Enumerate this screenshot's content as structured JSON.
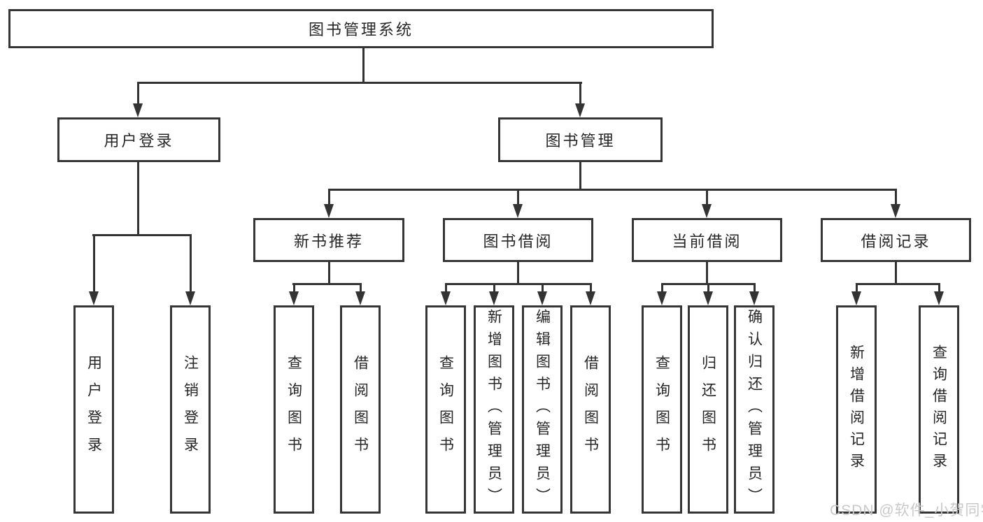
{
  "diagram": {
    "root": "图书管理系统",
    "level2": [
      "用户登录",
      "图书管理"
    ],
    "level3": [
      "新书推荐",
      "图书借阅",
      "当前借阅",
      "借阅记录"
    ],
    "leaves": {
      "user_login": [
        "用户登录",
        "注销登录"
      ],
      "new_book_rec": [
        "查询图书",
        "借阅图书"
      ],
      "book_borrow": [
        "查询图书",
        "新增图书（管理员）",
        "编辑图书（管理员）",
        "借阅图书"
      ],
      "current_borrow": [
        "查询图书",
        "归还图书",
        "确认归还（管理员）"
      ],
      "borrow_record": [
        "新增借阅记录",
        "查询借阅记录"
      ]
    }
  },
  "watermark": "CSDN @软件_小贺同学",
  "colors": {
    "line": "#333333",
    "border": "#363636",
    "text": "#262626",
    "watermark": "#c9c9c9",
    "background": "#ffffff"
  }
}
